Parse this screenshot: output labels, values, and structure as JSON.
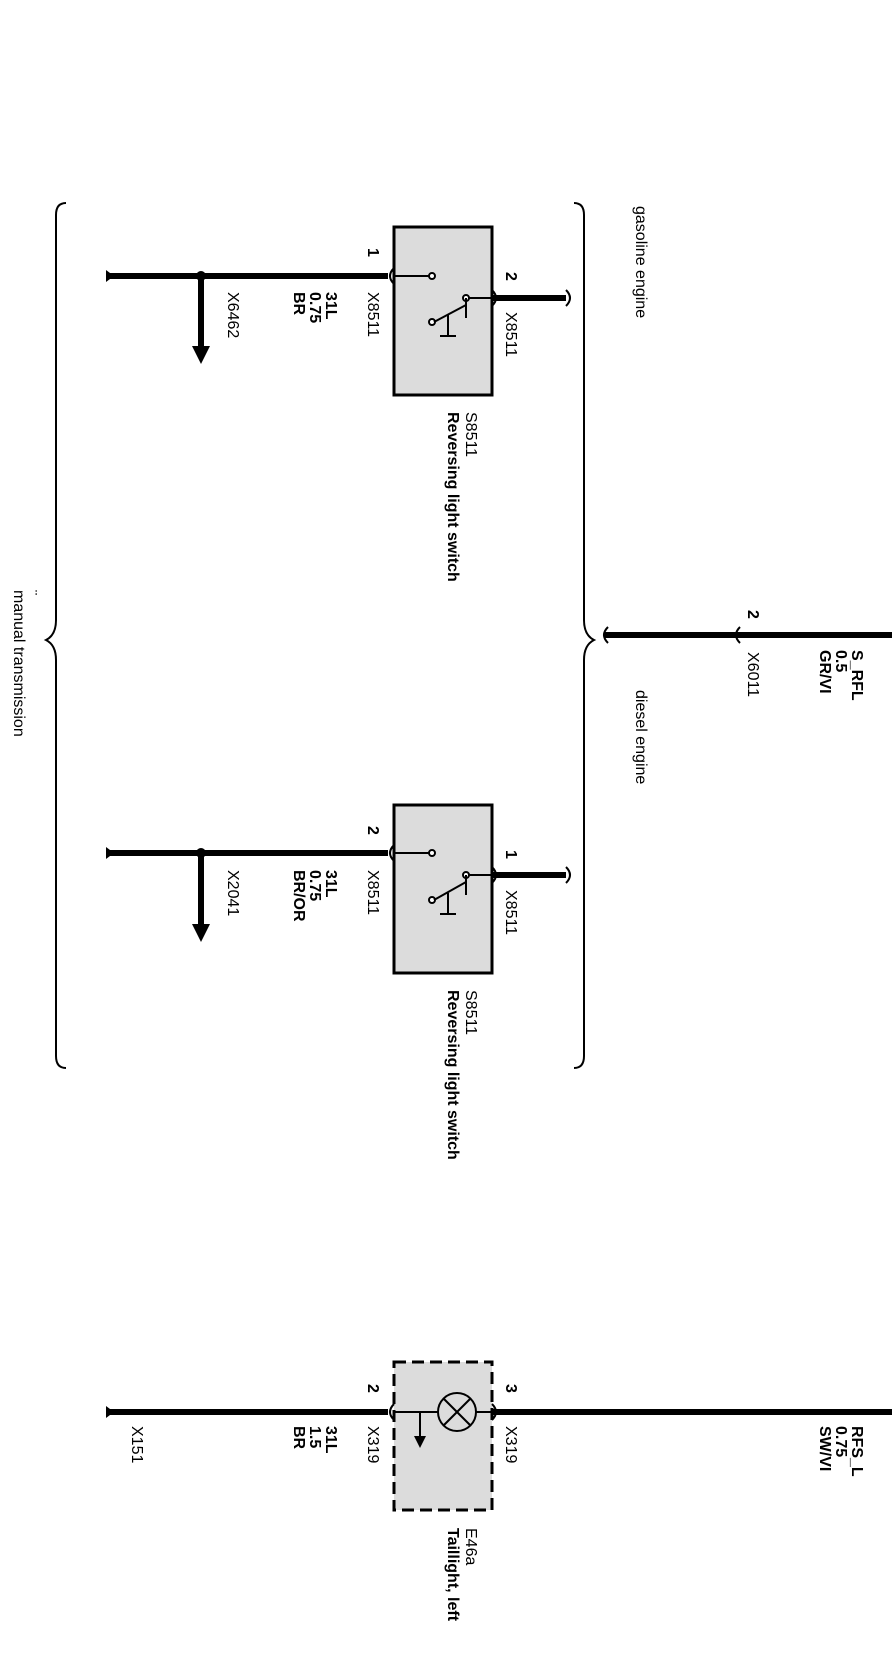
{
  "groups": {
    "outer": "manual transmission",
    "upper": "gasoline engine",
    "lower": "diesel engine"
  },
  "top_wire": {
    "name": "S_RFL",
    "gauge": "0.5",
    "color": "GR/VI",
    "connector": "X6011",
    "pin": "2"
  },
  "switch_gasoline": {
    "id": "S8511",
    "name": "Reversing light switch",
    "pin_in": "2",
    "pin_in_connector": "X8511",
    "pin_out": "1",
    "pin_out_connector": "X8511",
    "ground_wire_name": "31L",
    "ground_wire_gauge": "0.75",
    "ground_wire_color": "BR",
    "ground_connector": "X6462"
  },
  "switch_diesel": {
    "id": "S8511",
    "name": "Reversing light switch",
    "pin_in": "1",
    "pin_in_connector": "X8511",
    "pin_out": "2",
    "pin_out_connector": "X8511",
    "ground_wire_name": "31L",
    "ground_wire_gauge": "0.75",
    "ground_wire_color": "BR/OR",
    "ground_connector": "X2041"
  },
  "taillight": {
    "id": "E46a",
    "name": "Taillight, left",
    "pin_in": "3",
    "pin_in_connector": "X319",
    "pin_out": "2",
    "pin_out_connector": "X319",
    "supply_wire_name": "RFS_L",
    "supply_wire_gauge": "0.75",
    "supply_wire_color": "SW/VI",
    "ground_wire_name": "31L",
    "ground_wire_gauge": "1.5",
    "ground_wire_color": "BR",
    "ground_connector": "X151"
  }
}
